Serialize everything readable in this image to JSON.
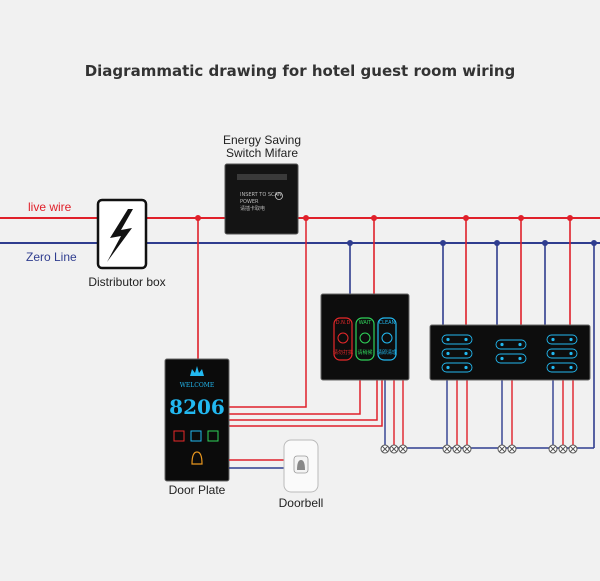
{
  "title": "Diagrammatic drawing for hotel guest room wiring",
  "labels": {
    "live_wire": "live wire",
    "zero_line": "Zero Line",
    "distributor": "Distributor box",
    "energy_switch_line1": "Energy Saving",
    "energy_switch_line2": "Switch Mifare",
    "door_plate": "Door Plate",
    "doorbell": "Doorbell"
  },
  "energy_switch": {
    "text_line1": "INSERT TO SCAN",
    "text_line2": "POWER",
    "text_line3": "请插卡取电"
  },
  "door_plate": {
    "welcome": "WELCOME",
    "room_number": "8206"
  },
  "service_panel": {
    "buttons": [
      {
        "top": "D.N.D",
        "bottom": "请勿打扰"
      },
      {
        "top": "WAIT",
        "bottom": "请稍候"
      },
      {
        "top": "CLEAN",
        "bottom": "请即清理"
      }
    ]
  },
  "colors": {
    "live": "#e0202a",
    "zero": "#2f3d8f",
    "panel": "#111111",
    "cyan": "#22b8f0",
    "red_glow": "#e8282a",
    "green_glow": "#2fd35a"
  }
}
